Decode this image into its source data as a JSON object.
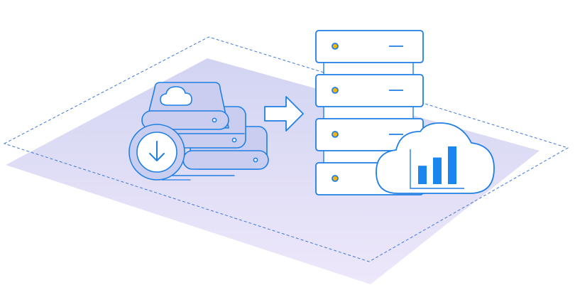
{
  "illustration": {
    "icons": [
      "cloud-drive-stack-icon",
      "download-icon",
      "arrow-right-icon",
      "server-rack-icon",
      "cloud-analytics-icon",
      "bar-chart-icon"
    ],
    "server_unit_count": 4,
    "cloud_chart_levels": [
      0.38,
      0.55,
      0.78
    ]
  },
  "colors": {
    "outline": "#1f7fe5",
    "bar": "#1a86f0",
    "led": "#f5b400",
    "platform_top": "#cdd1f0",
    "platform_bottom": "#ece6fa",
    "drive_fill": "#c9cdf0",
    "cloud_fill": "#ffffff"
  }
}
